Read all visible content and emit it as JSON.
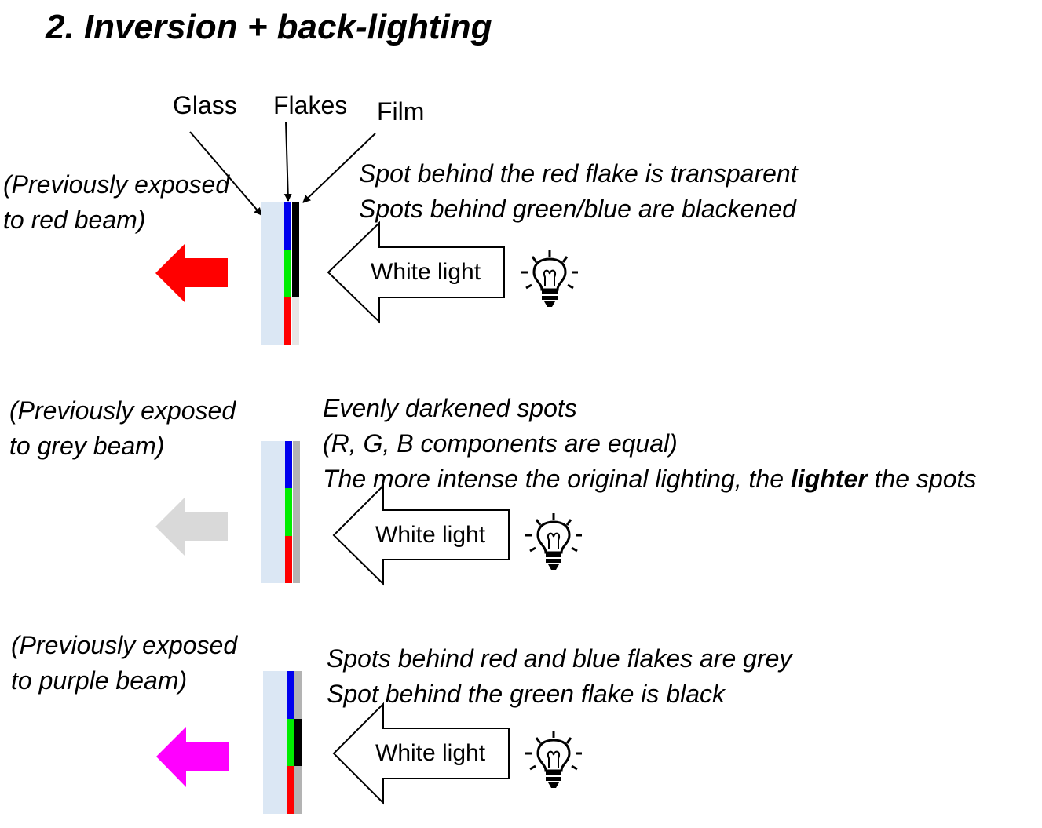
{
  "title": "2. Inversion + back-lighting",
  "layer_labels": {
    "glass": "Glass",
    "flakes": "Flakes",
    "film": "Film"
  },
  "light_label": "White light",
  "colors": {
    "glass": "#dbe7f4",
    "red": "#ff0000",
    "green": "#00ee00",
    "blue": "#0000ee",
    "black": "#000000",
    "grey": "#c0c0c0",
    "light_grey": "#d9d9d9",
    "magenta": "#ff00ff"
  },
  "panels": [
    {
      "exposure_lines": [
        "(Previously exposed",
        "to red beam)"
      ],
      "description_lines": [
        "Spot behind the red flake is transparent",
        "Spots behind green/blue are blackened"
      ],
      "output_arrow_color": "#ff0000",
      "film_colors": [
        "#000000",
        "#000000",
        "#e6e6e6"
      ]
    },
    {
      "exposure_lines": [
        "(Previously exposed",
        "to grey beam)"
      ],
      "description_lines": [
        "Evenly darkened spots",
        "(R, G, B components are equal)"
      ],
      "description_rich": {
        "before": "The more intense the original lighting, the ",
        "bold": "lighter",
        "after": " the spots"
      },
      "output_arrow_color": "#d9d9d9",
      "film_colors": [
        "#b3b3b3",
        "#b3b3b3",
        "#b3b3b3"
      ]
    },
    {
      "exposure_lines": [
        "(Previously exposed",
        "to purple beam)"
      ],
      "description_lines": [
        "Spots behind red and blue flakes are grey",
        "Spot behind the green flake is black"
      ],
      "output_arrow_color": "#ff00ff",
      "film_colors": [
        "#b3b3b3",
        "#000000",
        "#b3b3b3"
      ]
    }
  ]
}
